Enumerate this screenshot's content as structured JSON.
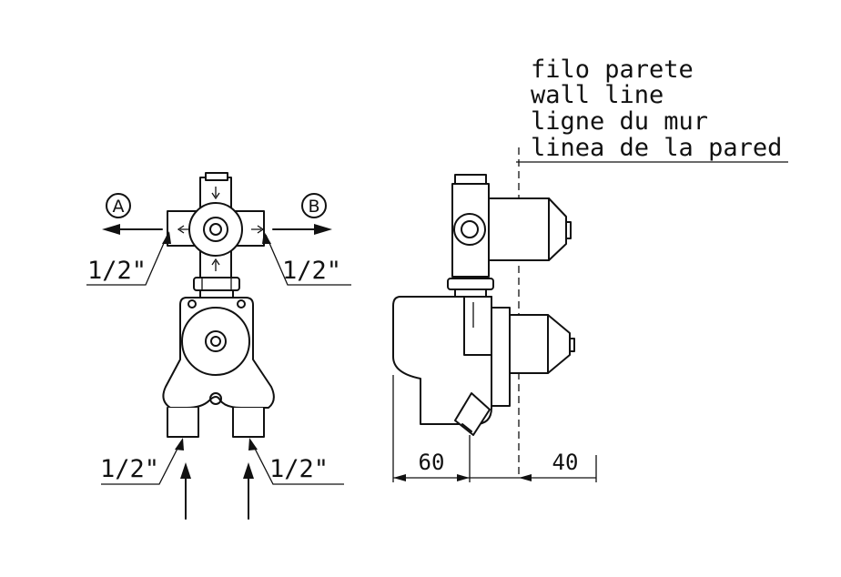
{
  "wall_label": {
    "lines": [
      "filo parete",
      "wall line",
      "ligne du mur",
      "linea de la pared"
    ]
  },
  "port_labels": {
    "outlet_a": "A",
    "outlet_b": "B"
  },
  "connection_size": {
    "outlet_left": "1/2\"",
    "outlet_right": "1/2\"",
    "inlet_left": "1/2\"",
    "inlet_right": "1/2\""
  },
  "dimensions": {
    "body_depth": "60",
    "wall_projection": "40"
  }
}
